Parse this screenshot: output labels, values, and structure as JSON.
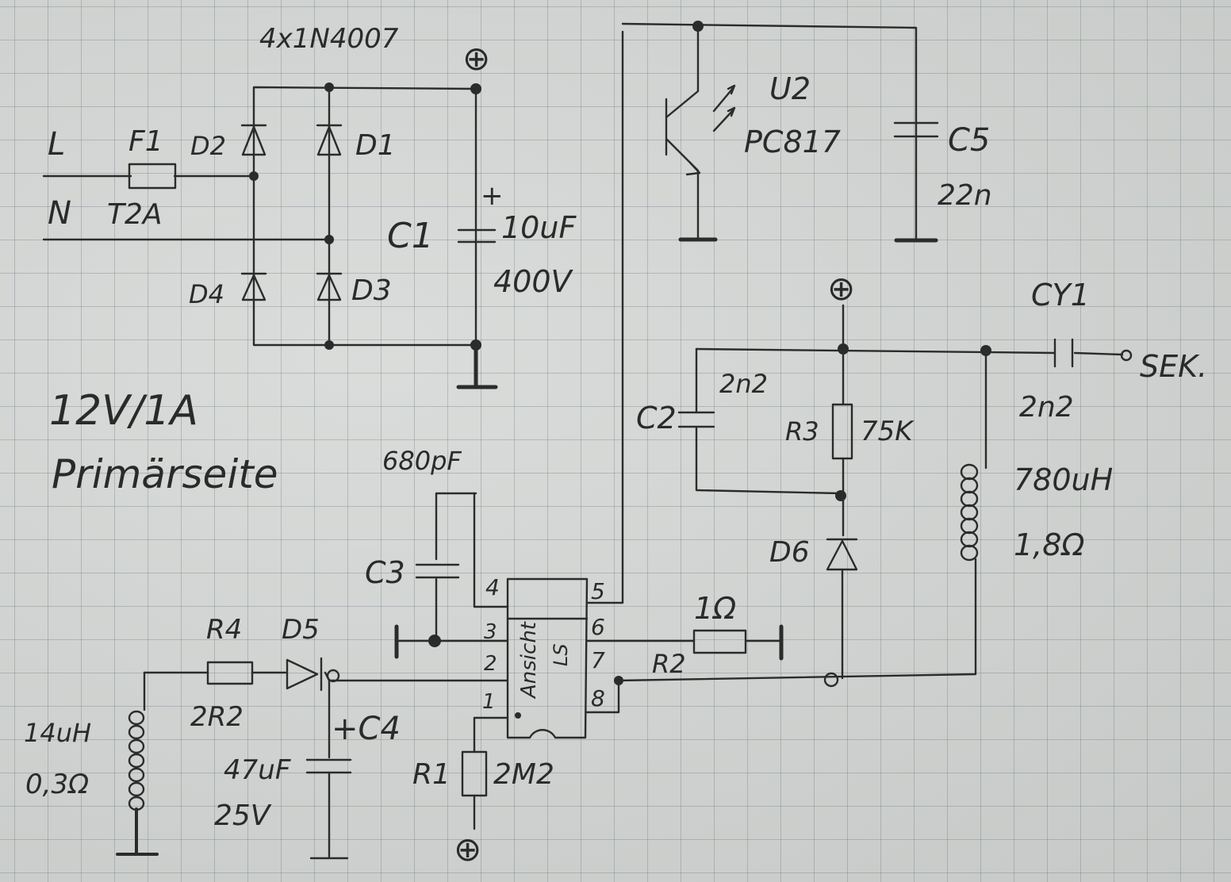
{
  "labels": {
    "bridge": "4x1N4007",
    "L": "L",
    "N": "N",
    "F1": "F1",
    "T2A": "T2A",
    "D1": "D1",
    "D2": "D2",
    "D3": "D3",
    "D4": "D4",
    "C1": "C1",
    "c1_val1": "10uF",
    "c1_plus": "+",
    "c1_val2": "400V",
    "U2": "U2",
    "PC817": "PC817",
    "C5": "C5",
    "c5_val": "22n",
    "title1": "12V/1A",
    "title2": "Primärseite",
    "C2": "C2",
    "c2_val": "2n2",
    "R3": "R3",
    "r3_val": "75K",
    "CY1": "CY1",
    "cy1_val": "2n2",
    "sek": "SEK.",
    "l_val": "780uH",
    "l_res": "1,8Ω",
    "D6": "D6",
    "c3_val": "680pF",
    "C3": "C3",
    "R2": "R2",
    "r2_val": "1Ω",
    "R4": "R4",
    "D5": "D5",
    "r4_val": "2R2",
    "c4_label": "+C4",
    "c4_val1": "47uF",
    "c4_val2": "25V",
    "l2_val": "14uH",
    "l2_res": "0,3Ω",
    "R1": "R1",
    "r1_val": "2M2",
    "ic_text1": "Ansicht",
    "ic_text2": "LS",
    "pin1": "1",
    "pin2": "2",
    "pin3": "3",
    "pin4": "4",
    "pin5": "5",
    "pin6": "6",
    "pin7": "7",
    "pin8": "8",
    "plus_symbol": "⊕"
  }
}
